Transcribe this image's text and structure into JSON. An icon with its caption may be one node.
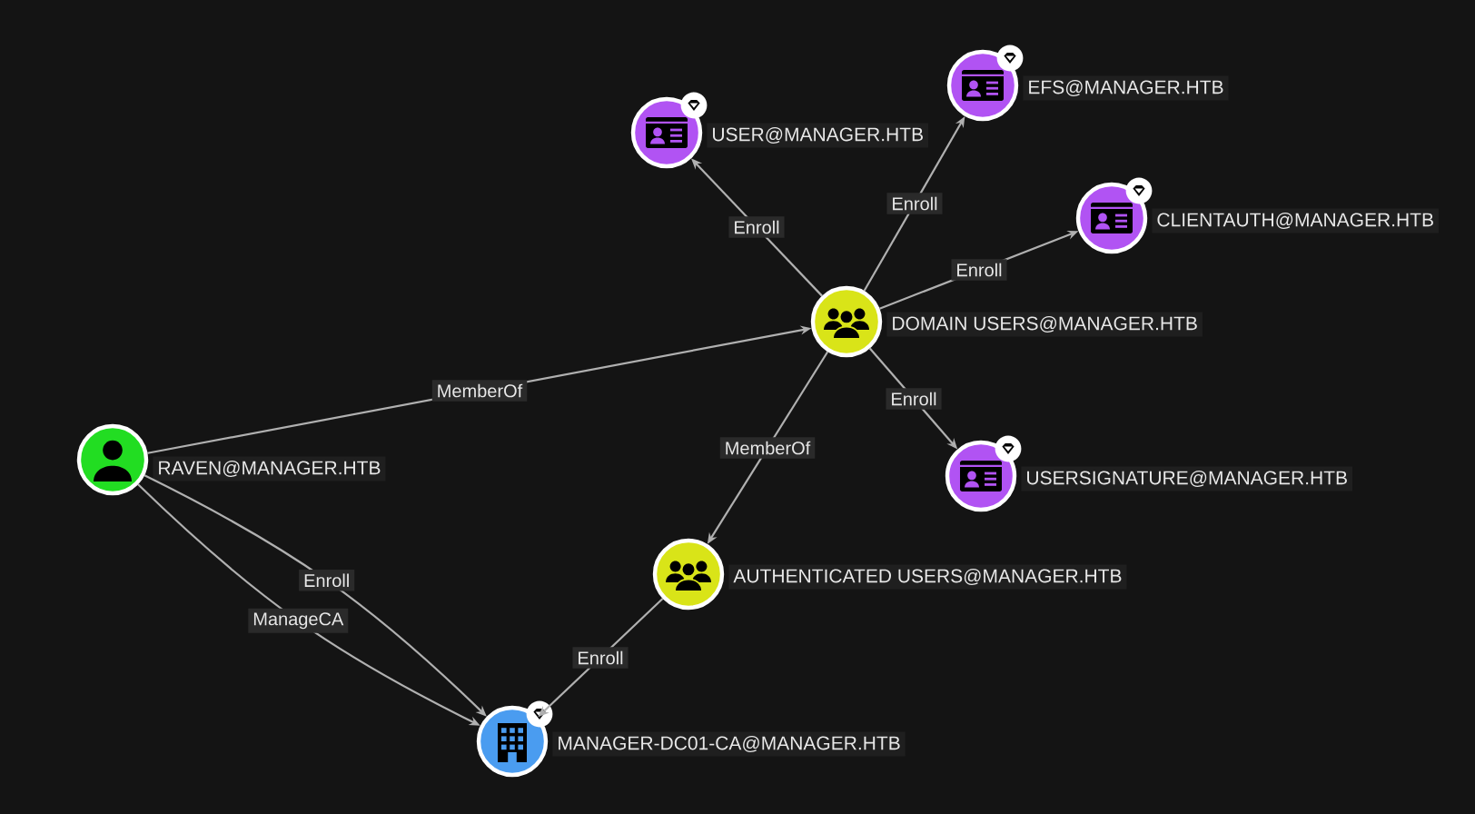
{
  "diagram": {
    "nodes": [
      {
        "text": [
          "EFS@MANAGER.HTB"
        ]
      },
      {
        "text": [
          "USER@MANAGER.HTB"
        ]
      },
      {
        "text": [
          "CLIENTAUTH@MANAGER.HTB"
        ]
      },
      {
        "text": [
          "DOMAIN USERS@MANAGER.HTB"
        ]
      },
      {
        "text": [
          "RAVEN@MANAGER.HTB"
        ]
      },
      {
        "text": [
          "USERSIGNATURE@MANAGER.HTB"
        ]
      },
      {
        "text": [
          "AUTHENTICATED USERS@MANAGER.HTB"
        ]
      },
      {
        "text": [
          "MANAGER-DC01-CA@MANAGER.HTB"
        ]
      }
    ],
    "edges": [
      {
        "from": 4,
        "to": 3,
        "arrow": "to",
        "label": "MemberOf"
      },
      {
        "from": 3,
        "to": 1,
        "arrow": "to",
        "label": "Enroll"
      },
      {
        "from": 3,
        "to": 0,
        "arrow": "to",
        "label": "Enroll"
      },
      {
        "from": 3,
        "to": 2,
        "arrow": "to",
        "label": "Enroll"
      },
      {
        "from": 3,
        "to": 5,
        "arrow": "to",
        "label": "Enroll"
      },
      {
        "from": 3,
        "to": 6,
        "arrow": "to",
        "label": "MemberOf"
      },
      {
        "from": 4,
        "to": 7,
        "arrow": "to",
        "label": "Enroll"
      },
      {
        "from": 4,
        "to": 7,
        "arrow": "to",
        "label": "ManageCA"
      },
      {
        "from": 6,
        "to": 7,
        "arrow": "to",
        "label": "Enroll"
      }
    ]
  }
}
